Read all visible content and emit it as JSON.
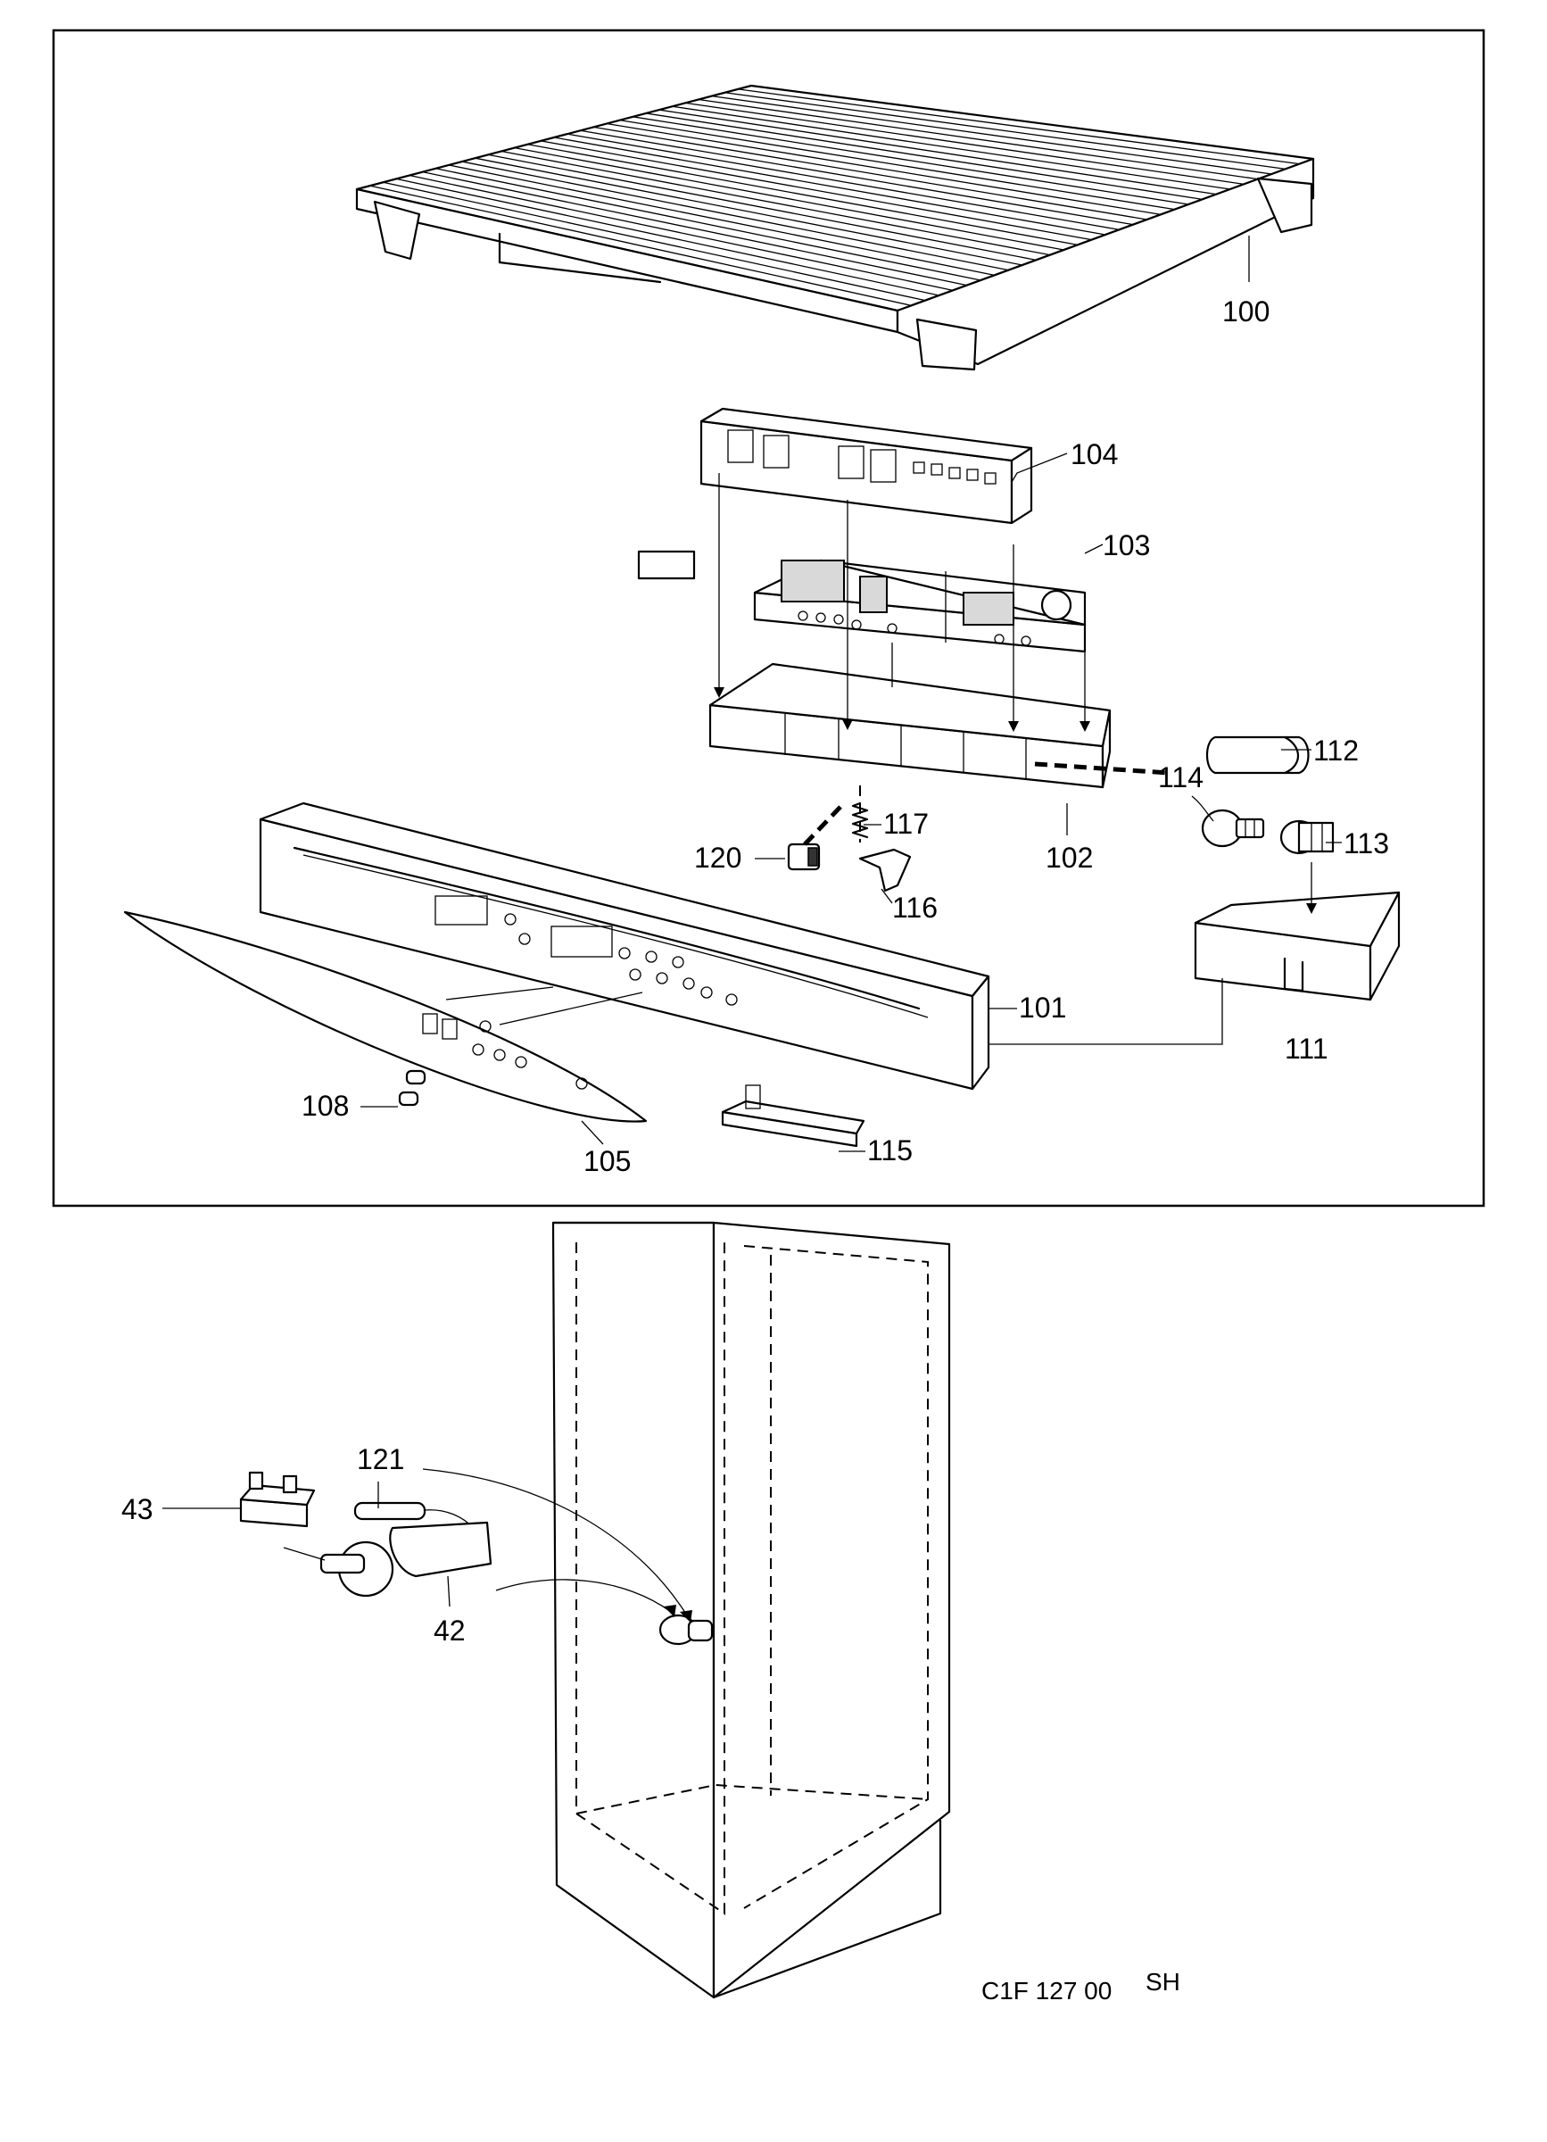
{
  "document": {
    "reference": "C1F 127 00",
    "suffix": "SH"
  },
  "parts": [
    {
      "id": "p100",
      "label": "100"
    },
    {
      "id": "p104",
      "label": "104"
    },
    {
      "id": "p103",
      "label": "103"
    },
    {
      "id": "p112",
      "label": "112"
    },
    {
      "id": "p114",
      "label": "114"
    },
    {
      "id": "p113",
      "label": "113"
    },
    {
      "id": "p117",
      "label": "117"
    },
    {
      "id": "p120",
      "label": "120"
    },
    {
      "id": "p102",
      "label": "102"
    },
    {
      "id": "p116",
      "label": "116"
    },
    {
      "id": "p101",
      "label": "101"
    },
    {
      "id": "p111",
      "label": "111"
    },
    {
      "id": "p108",
      "label": "108"
    },
    {
      "id": "p105",
      "label": "105"
    },
    {
      "id": "p115",
      "label": "115"
    },
    {
      "id": "p121",
      "label": "121"
    },
    {
      "id": "p43",
      "label": "43"
    },
    {
      "id": "p42",
      "label": "42"
    }
  ]
}
